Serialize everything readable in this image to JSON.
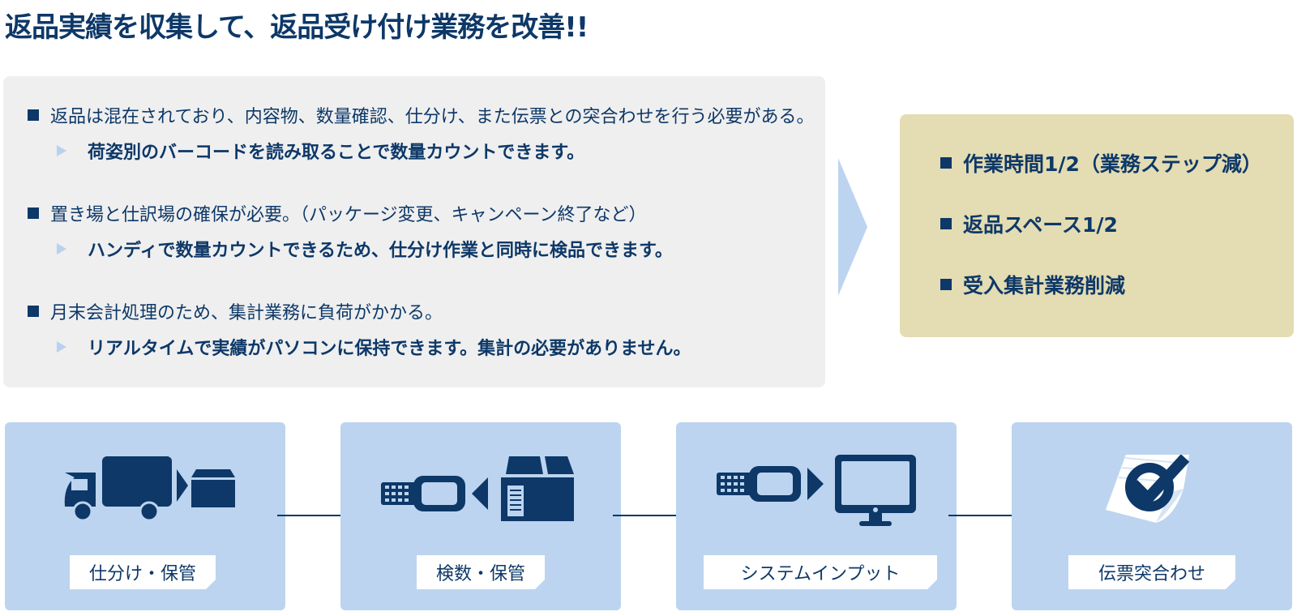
{
  "title": "返品実績を収集して、返品受け付け業務を改善!!",
  "issues": [
    {
      "problem": "返品は混在されており、内容物、数量確認、仕分け、また伝票との突合わせを行う必要がある。",
      "solution": "荷姿別のバーコードを読み取ることで数量カウントできます。"
    },
    {
      "problem": "置き場と仕訳場の確保が必要。（パッケージ変更、キャンペーン終了など）",
      "solution": "ハンディで数量カウントできるため、仕分け作業と同時に検品できます。"
    },
    {
      "problem": "月末会計処理のため、集計業務に負荷がかかる。",
      "solution": "リアルタイムで実績がパソコンに保持できます。集計の必要がありません。"
    }
  ],
  "results": [
    "作業時間1/2（業務ステップ減）",
    "返品スペース1/2",
    "受入集計業務削減"
  ],
  "steps": [
    {
      "label": "仕分け・保管",
      "icon": "truck-box-icon"
    },
    {
      "label": "検数・保管",
      "icon": "scanner-box-icon"
    },
    {
      "label": "システムインプット",
      "icon": "scanner-monitor-icon"
    },
    {
      "label": "伝票突合わせ",
      "icon": "checkmark-document-icon"
    }
  ],
  "colors": {
    "navy": "#0d3868",
    "lightBlue": "#bcd4ef",
    "gray": "#efefef",
    "beige": "#e4dcb2"
  }
}
